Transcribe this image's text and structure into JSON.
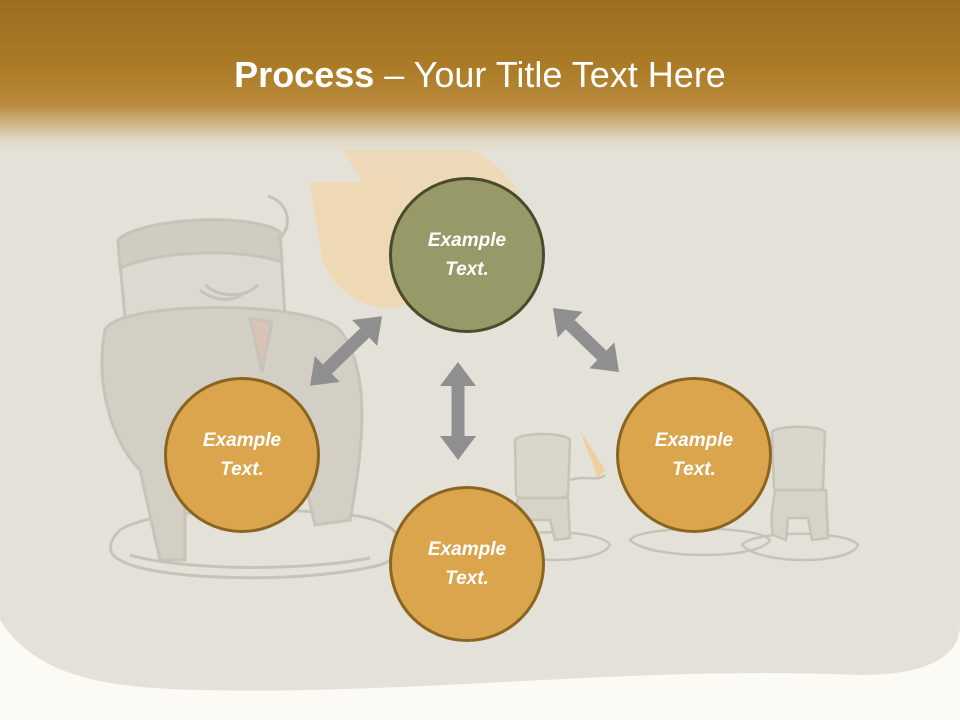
{
  "slide": {
    "title_bold": "Process",
    "title_rest": " – Your Title Text Here"
  },
  "diagram": {
    "nodes": [
      {
        "id": "top",
        "label": "Example\nText.",
        "fill": "#979968"
      },
      {
        "id": "left",
        "label": "Example\nText.",
        "fill": "#dba54e"
      },
      {
        "id": "bottom",
        "label": "Example\nText.",
        "fill": "#dba54e"
      },
      {
        "id": "right",
        "label": "Example\nText.",
        "fill": "#dba54e"
      }
    ],
    "connectors": [
      {
        "from": "left",
        "to": "top",
        "style": "double-arrow"
      },
      {
        "from": "top",
        "to": "right",
        "style": "double-arrow"
      },
      {
        "from": "bottom",
        "to": "top",
        "style": "double-arrow"
      }
    ],
    "colors": {
      "header": "#ab7b26",
      "background": "#e4e1d8",
      "arrow": "#8f8f8f",
      "node_border": "#8a6520",
      "accent_border": "#4a4a2c"
    }
  }
}
